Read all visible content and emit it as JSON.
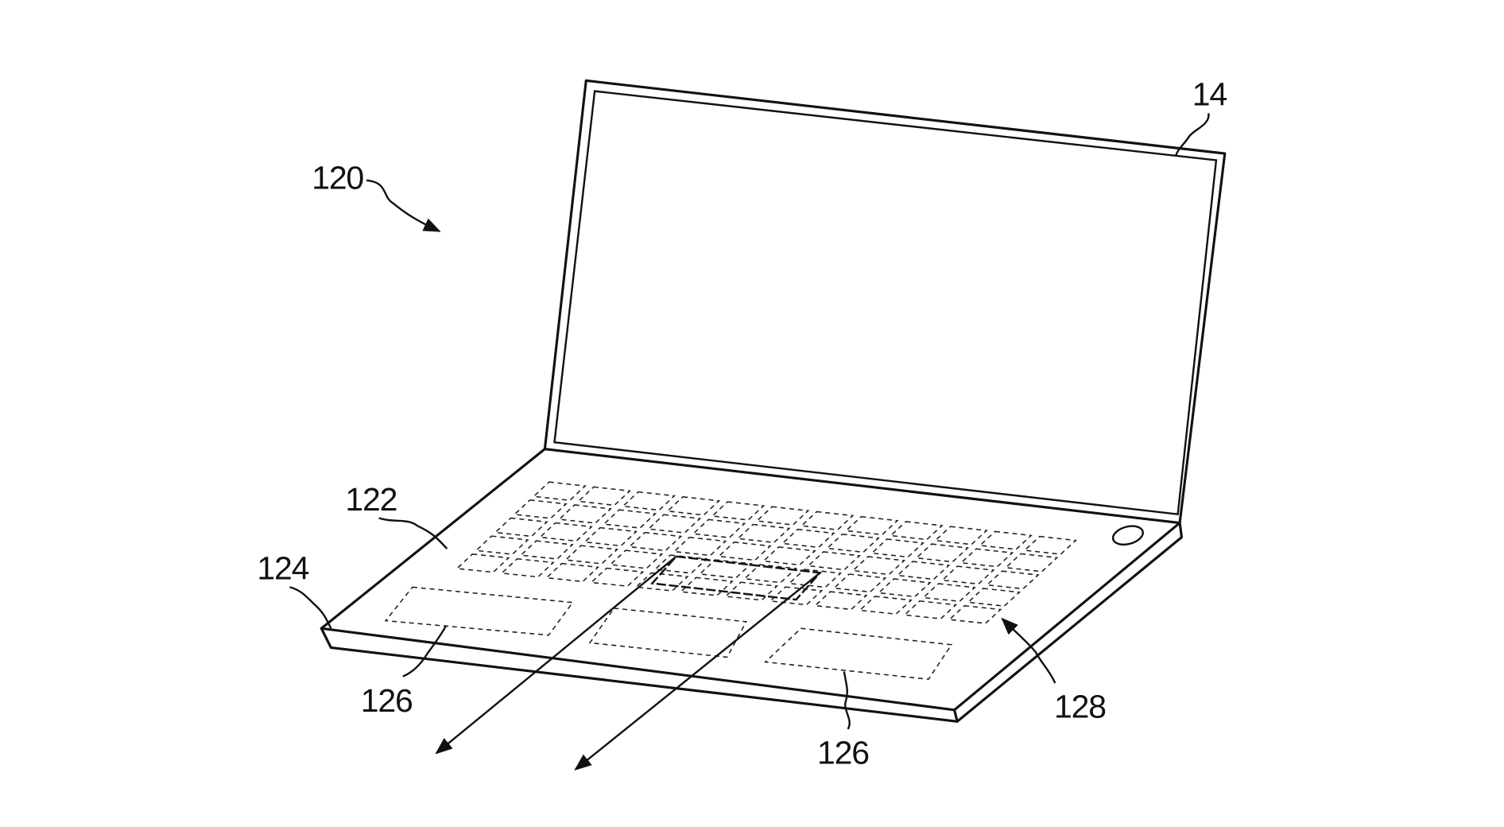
{
  "figure": {
    "labels": {
      "device": "120",
      "display": "14",
      "housing": "122",
      "edge": "124",
      "region_left": "126",
      "region_right": "126",
      "keyboard": "128"
    }
  }
}
